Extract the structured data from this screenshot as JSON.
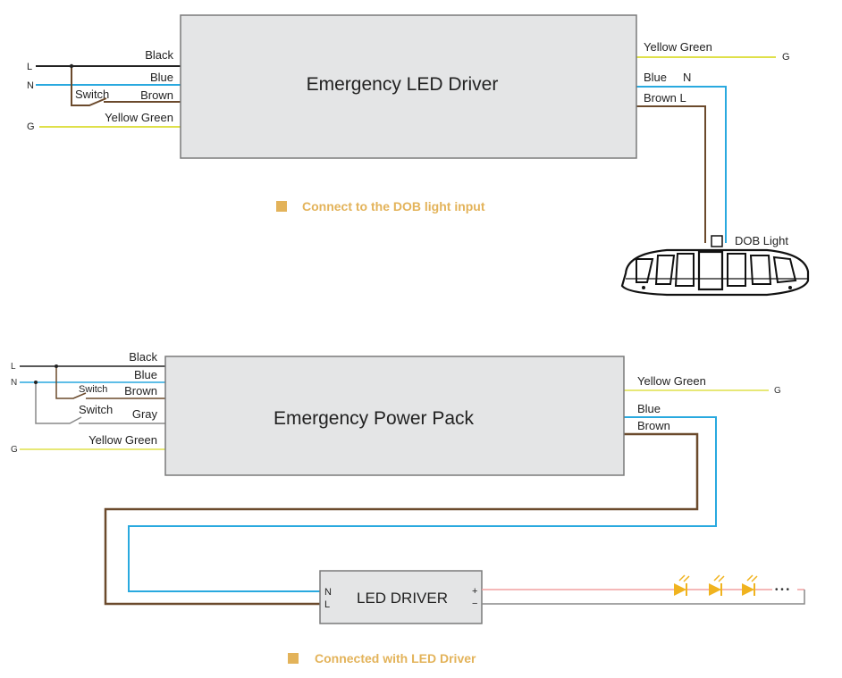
{
  "colors": {
    "box_fill": "#e4e5e6",
    "box_stroke": "#7a7a7a",
    "black_wire": "#222222",
    "blue_wire": "#29a9df",
    "brown_wire": "#6b4a2c",
    "yellow_green_wire": "#dfe04a",
    "gray_wire": "#888888",
    "positive_wire": "#f2a0a0",
    "caption": "#e3b35a",
    "led": "#f0b31f"
  },
  "top": {
    "driver_title": "Emergency LED Driver",
    "left_wires": {
      "black": "Black",
      "blue": "Blue",
      "brown": "Brown",
      "yellow_green": "Yellow Green"
    },
    "terminals": {
      "l": "L",
      "n": "N",
      "g": "G"
    },
    "switch_label": "Switch",
    "right_wires": {
      "yellow_green": "Yellow Green",
      "g": "G",
      "blue": "Blue",
      "n": "N",
      "brown_l": "Brown L"
    },
    "lamp_label": "DOB Light",
    "caption": "Connect to the DOB light input"
  },
  "bottom": {
    "pack_title": "Emergency Power Pack",
    "left_wires": {
      "black": "Black",
      "blue": "Blue",
      "brown": "Brown",
      "gray": "Gray",
      "yellow_green": "Yellow Green"
    },
    "terminals": {
      "l": "L",
      "n": "N",
      "g": "G"
    },
    "switch1_label": "Switch",
    "switch2_label": "Switch",
    "right_wires": {
      "yellow_green": "Yellow Green",
      "g": "G",
      "blue": "Blue",
      "brown": "Brown"
    },
    "led_driver": {
      "title": "LED DRIVER",
      "n": "N",
      "l": "L",
      "plus": "+",
      "minus": "−"
    },
    "ellipsis": "• • •",
    "caption": "Connected with LED Driver"
  }
}
